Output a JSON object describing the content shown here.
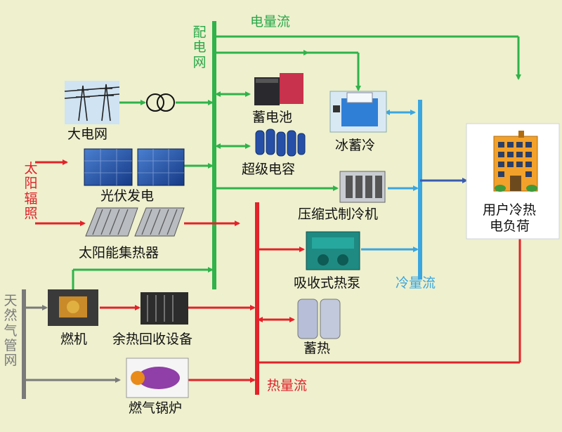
{
  "labels": {
    "dist_grid": "配电网",
    "electric_flow": "电量流",
    "grid": "大电网",
    "battery": "蓄电池",
    "supercap": "超级电容",
    "ice_storage": "冰蓄冷",
    "pv": "光伏发电",
    "solar_radiation": "太阳辐照",
    "compressor_chiller": "压缩式制冷机",
    "solar_collector": "太阳能集热器",
    "absorption_pump": "吸收式热泵",
    "cold_flow": "冷量流",
    "natural_gas": "天然气管网",
    "gas_turbine": "燃机",
    "heat_recovery": "余热回收设备",
    "heat_storage": "蓄热",
    "heat_flow": "热量流",
    "gas_boiler": "燃气锅炉",
    "user_load_1": "用户冷热",
    "user_load_2": "电负荷"
  },
  "colors": {
    "electric": "#2fb34a",
    "heat": "#e32229",
    "cold": "#3aa6e0",
    "gas": "#7a7a7a",
    "background": "#eef0ce"
  }
}
